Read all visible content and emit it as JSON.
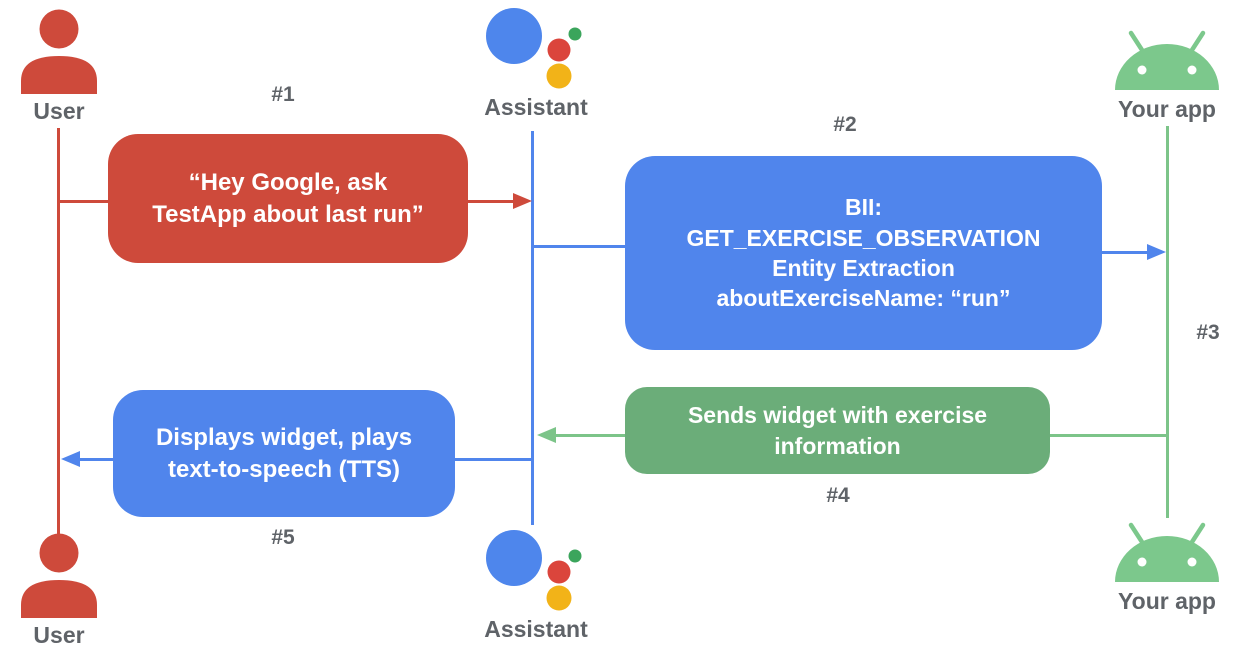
{
  "actors": {
    "user_top": "User",
    "assistant_top": "Assistant",
    "yourapp_top": "Your app",
    "user_bottom": "User",
    "assistant_bottom": "Assistant",
    "yourapp_bottom": "Your app"
  },
  "step_labels": {
    "s1": "#1",
    "s2": "#2",
    "s3": "#3",
    "s4": "#4",
    "s5": "#5"
  },
  "messages": {
    "m1": "“Hey Google, ask\nTestApp about last run”",
    "m2": "BII:\nGET_EXERCISE_OBSERVATION\nEntity Extraction\naboutExerciseName: “run”",
    "m4": "Sends widget with exercise\ninformation",
    "m5": "Displays widget, plays\ntext-to-speech (TTS)"
  },
  "colors": {
    "user_red": "#CE4A3B",
    "assistant_blue": "#5085EC",
    "app_green_box": "#6BAD79",
    "app_green_line": "#7CC489",
    "android_green": "#7CC88C",
    "label_gray": "#5F6368",
    "logo_blue": "#4E86EC",
    "logo_red": "#DB453C",
    "logo_yellow": "#F2B318",
    "logo_green": "#3BA55C"
  }
}
